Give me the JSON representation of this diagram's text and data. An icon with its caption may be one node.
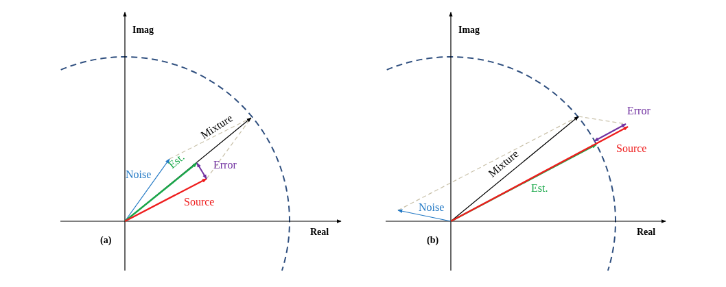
{
  "diagram": {
    "labels": [
      "Imag",
      "Real",
      "(a)",
      "Mixture",
      "Noise",
      "Est.",
      "Error",
      "Source",
      "Imag",
      "Real",
      "(b)",
      "Mixture",
      "Noise",
      "Est.",
      "Error",
      "Source"
    ]
  }
}
